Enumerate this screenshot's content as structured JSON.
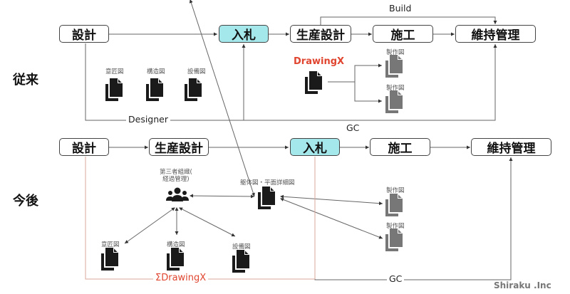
{
  "colors": {
    "accent_fill": "#a5e8ec",
    "line_gray": "#666666",
    "future_line": "#d9a898",
    "highlight_red": "#e0452f",
    "doc_dark": "#1a1a1a",
    "doc_gray": "#777777"
  },
  "conventional": {
    "row_label": "従来",
    "steps": {
      "design": "設計",
      "bid": "入札",
      "production_design": "生産設計",
      "construction": "施工",
      "maintenance": "維持管理"
    },
    "build_label": "Build",
    "designer_label": "Designer",
    "gc_label": "GC",
    "design_docs": [
      {
        "label": "意匠図",
        "icon": "document-stack-icon"
      },
      {
        "label": "構造図",
        "icon": "document-stack-icon"
      },
      {
        "label": "設備図",
        "icon": "document-stack-icon"
      }
    ],
    "drawingx_label": "DrawingX",
    "fabrication_docs": [
      {
        "label": "製作図",
        "icon": "document-stack-icon"
      },
      {
        "label": "製作図",
        "icon": "document-stack-icon"
      }
    ]
  },
  "future": {
    "row_label": "今後",
    "steps": {
      "design": "設計",
      "production_design": "生産設計",
      "bid": "入札",
      "construction": "施工",
      "maintenance": "維持管理"
    },
    "third_party_label_line1": "第三者組織(",
    "third_party_label_line2": "経過管理)",
    "third_party_icon": "people-group-icon",
    "structural_plan_label": "躯体図・平面詳細図",
    "design_docs": [
      {
        "label": "意匠図",
        "icon": "document-stack-icon"
      },
      {
        "label": "構造図",
        "icon": "document-stack-icon"
      },
      {
        "label": "設備図",
        "icon": "document-stack-icon"
      }
    ],
    "fabrication_docs": [
      {
        "label": "製作図",
        "icon": "document-stack-icon"
      },
      {
        "label": "製作図",
        "icon": "document-stack-icon"
      }
    ],
    "sigma_drawingx_label": "ΣDrawingX",
    "gc_label": "GC"
  },
  "credit": "Shiraku .Inc"
}
